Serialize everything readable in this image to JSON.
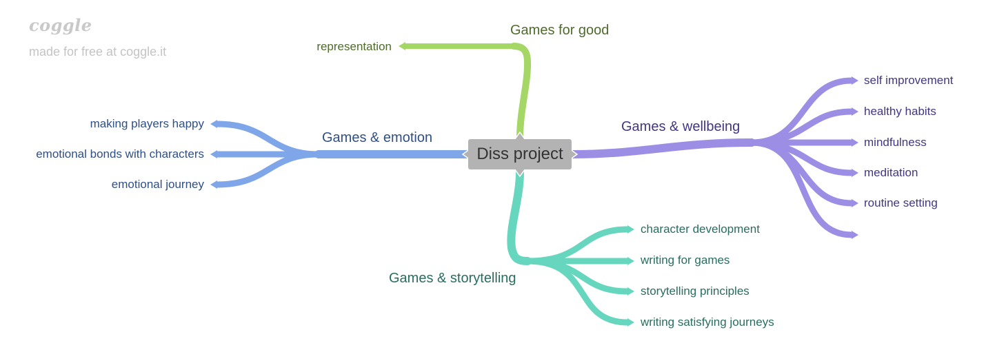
{
  "watermark": {
    "logo": "coggle",
    "tagline": "made for free at coggle.it"
  },
  "center": {
    "label": "Diss project"
  },
  "branches": {
    "good": {
      "label": "Games for good",
      "color": "#a4d765",
      "text_color": "#4e6b2b",
      "leaves": [
        "representation"
      ]
    },
    "emotion": {
      "label": "Games & emotion",
      "color": "#7ea6e8",
      "text_color": "#2f4f86",
      "leaves": [
        "making players happy",
        "emotional bonds with characters",
        "emotional journey"
      ]
    },
    "wellbeing": {
      "label": "Games & wellbeing",
      "color": "#9b8ee4",
      "text_color": "#433683",
      "leaves": [
        "self improvement",
        "healthy habits",
        "mindfulness",
        "meditation",
        "routine setting",
        ""
      ]
    },
    "storytelling": {
      "label": "Games & storytelling",
      "color": "#67d6bf",
      "text_color": "#286d5f",
      "leaves": [
        "character development",
        "writing for games",
        "storytelling principles",
        "writing satisfying journeys"
      ]
    }
  }
}
